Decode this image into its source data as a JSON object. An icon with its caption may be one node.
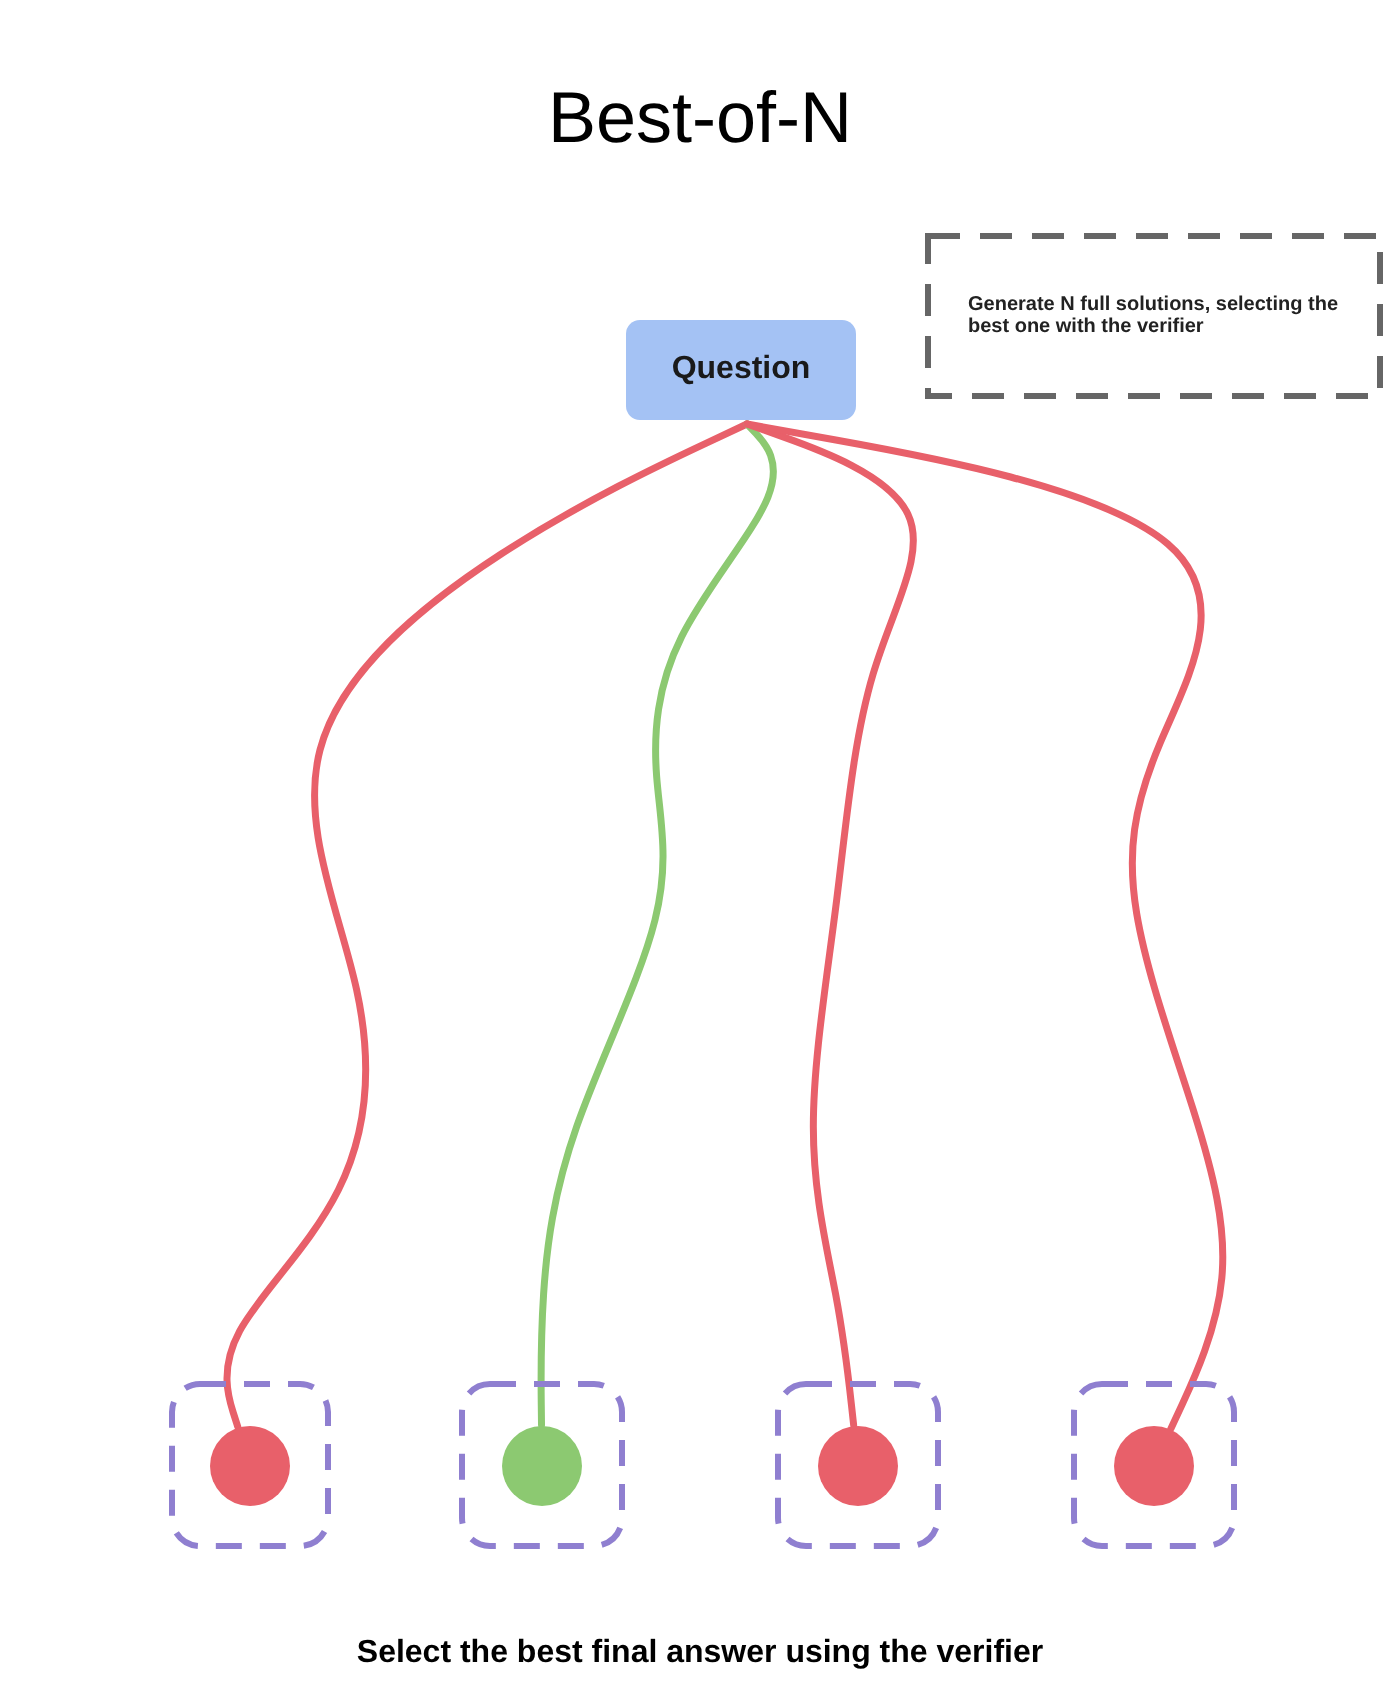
{
  "diagram": {
    "title": "Best-of-N",
    "caption": "Select the best final answer using the verifier",
    "nodes": [
      {
        "text": [
          "Question"
        ]
      },
      {
        "text": [
          "Generate N full solutions, selecting the best one with the verifier"
        ]
      },
      {
        "text": [],
        "shape": "box"
      },
      {
        "text": [],
        "shape": "circle",
        "in": 2
      },
      {
        "text": [],
        "shape": "box"
      },
      {
        "text": [],
        "shape": "circle",
        "in": 4
      },
      {
        "text": [],
        "shape": "box"
      },
      {
        "text": [],
        "shape": "circle",
        "in": 6
      },
      {
        "text": [],
        "shape": "box"
      },
      {
        "text": [],
        "shape": "circle",
        "in": 8
      }
    ],
    "edges": [
      {
        "from": 0,
        "to": 3,
        "arrow": "none"
      },
      {
        "from": 0,
        "to": 5,
        "arrow": "none",
        "color": "#8cc971"
      },
      {
        "from": 0,
        "to": 7,
        "arrow": "none"
      },
      {
        "from": 0,
        "to": 9,
        "arrow": "none"
      }
    ]
  }
}
